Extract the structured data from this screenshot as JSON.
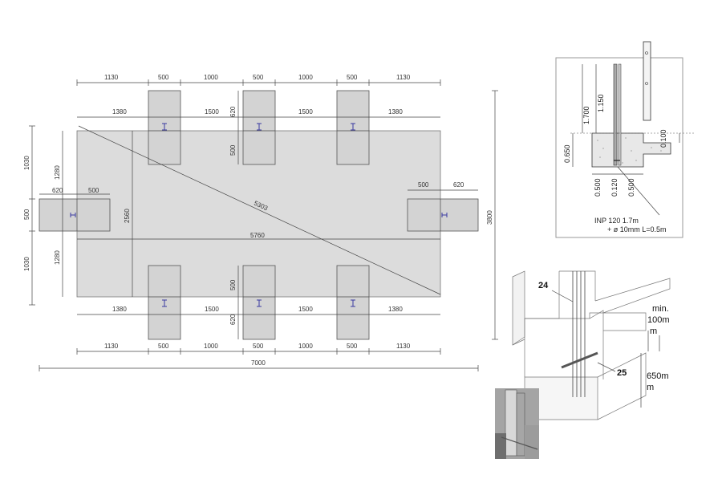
{
  "plan": {
    "top_row": [
      "1130",
      "500",
      "1000",
      "500",
      "1000",
      "500",
      "1130"
    ],
    "top_second_row": [
      "1380",
      "1500",
      "1500",
      "1380"
    ],
    "top_pad_height": "620",
    "top_pad_inner": "500",
    "left_outer": [
      "1030",
      "500",
      "1030"
    ],
    "left_inner": [
      "1280",
      "1280"
    ],
    "left_pad_offset": "620",
    "left_pad_width": "500",
    "right_pad_width": "500",
    "right_pad_offset": "620",
    "slab_height": "2560",
    "diagonal": "5303",
    "slab_width": "5760",
    "overall_height": "3800",
    "bottom_pad_inner": "500",
    "bottom_pad_height": "620",
    "bottom_second_row": [
      "1380",
      "1500",
      "1500",
      "1380"
    ],
    "bottom_row": [
      "1130",
      "500",
      "1000",
      "500",
      "1000",
      "500",
      "1130"
    ],
    "overall_width": "7000"
  },
  "section": {
    "h_1700": "1.700",
    "h_1150": "1.150",
    "h_0650": "0.650",
    "h_0100": "0.100",
    "w_left": "0.500",
    "w_mid": "0.120",
    "w_right": "0.500",
    "note_line1": "INP 120 1.7m",
    "note_line2": "+ ø 10mm L=0.5m"
  },
  "iso": {
    "label_24": "24",
    "label_25": "25",
    "min_line1": "min.",
    "min_line2": "100m",
    "min_line3": "m",
    "depth_line1": "650m",
    "depth_line2": "m"
  },
  "photo": {
    "icon": "post-photo"
  }
}
